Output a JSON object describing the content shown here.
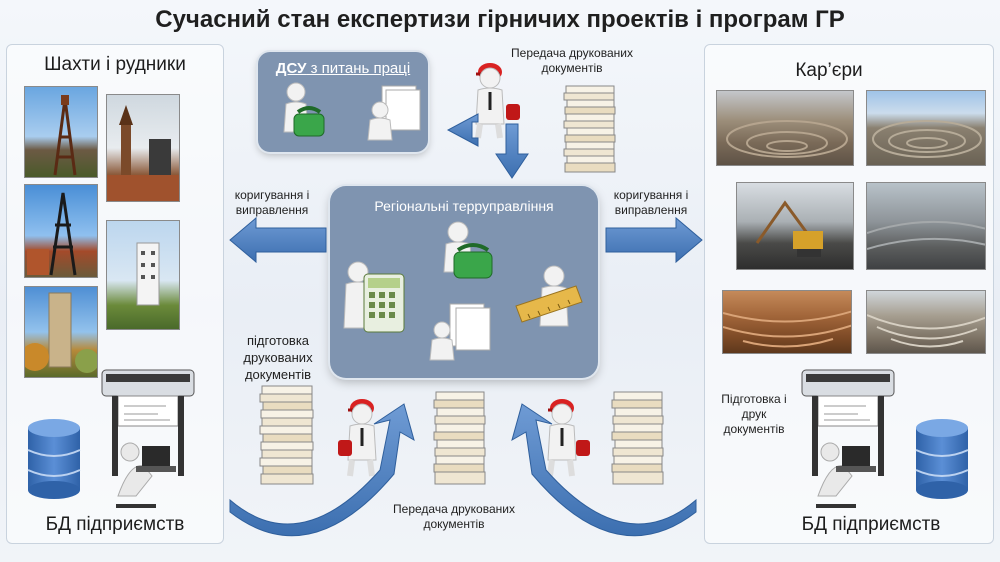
{
  "title": "Сучасний стан експертизи гірничих проектів і програм ГР",
  "left_panel": {
    "title": "Шахти і рудники",
    "db_label": "БД підприємств"
  },
  "right_panel": {
    "title": "Кар’єри",
    "print_label": "Підготовка і друк документів",
    "db_label": "БД підприємств"
  },
  "dsu_box": {
    "title_bold": "ДСУ",
    "title_rest": " з питань праці"
  },
  "center_box": {
    "title": "Регіональні терруправління"
  },
  "labels": {
    "transfer_top": "Передача друкованих документів",
    "correct_left": "коригування і виправлення",
    "correct_right": "коригування і виправлення",
    "prepare_left": "підготовка друкованих документів",
    "transfer_bottom": "Передача друкованих документів"
  },
  "colors": {
    "arrow_blue": "#4f81bd",
    "box_fill": "#7f94b0",
    "db_blue": "#3a6fb8"
  }
}
